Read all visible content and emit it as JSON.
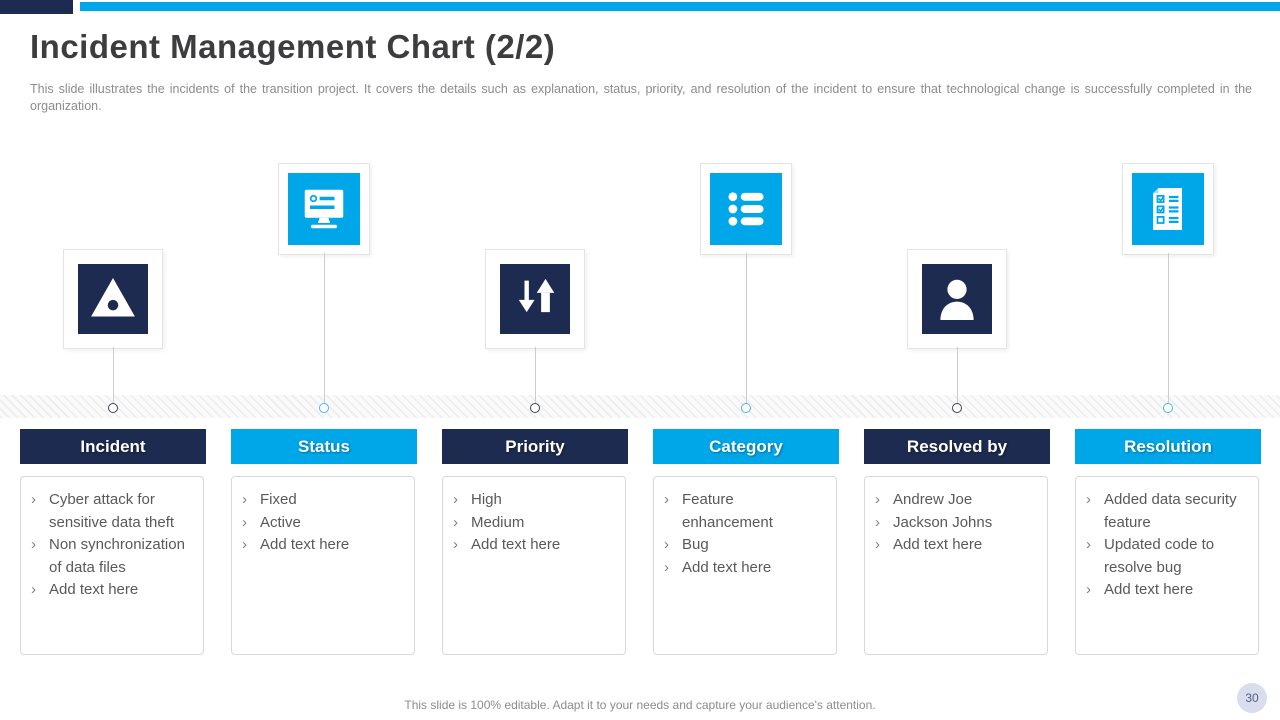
{
  "slide": {
    "title": "Incident Management Chart (2/2)",
    "subtitle": "This slide illustrates the incidents of the transition project. It covers the details such as explanation, status, priority, and resolution of the incident to ensure that technological change is successfully completed in the organization.",
    "footer": "This slide is 100% editable. Adapt it to your needs and capture your audience's attention.",
    "page_number": "30"
  },
  "colors": {
    "navy": "#1e2b50",
    "cyan": "#00a7e8",
    "title_text": "#3d3d3f",
    "body_text": "#595959",
    "muted_text": "#8c8c8c"
  },
  "bullet_char": "›",
  "columns": [
    {
      "label": "Incident",
      "theme": "navy",
      "icon": "warning-triangle-icon",
      "items": [
        "Cyber attack for sensitive data theft",
        "Non synchronization of data files",
        "Add text here"
      ]
    },
    {
      "label": "Status",
      "theme": "cyan",
      "icon": "monitor-list-icon",
      "items": [
        "Fixed",
        "Active",
        "Add text here"
      ]
    },
    {
      "label": "Priority",
      "theme": "navy",
      "icon": "up-down-arrows-icon",
      "items": [
        "High",
        "Medium",
        "Add text here"
      ]
    },
    {
      "label": "Category",
      "theme": "cyan",
      "icon": "bullet-list-icon",
      "items": [
        "Feature enhancement",
        "Bug",
        "Add text here"
      ]
    },
    {
      "label": "Resolved by",
      "theme": "navy",
      "icon": "person-icon",
      "items": [
        "Andrew Joe",
        "Jackson Johns",
        "Add text here"
      ]
    },
    {
      "label": "Resolution",
      "theme": "cyan",
      "icon": "checklist-document-icon",
      "items": [
        "Added data security feature",
        "Updated code to resolve bug",
        "Add text here"
      ]
    }
  ]
}
